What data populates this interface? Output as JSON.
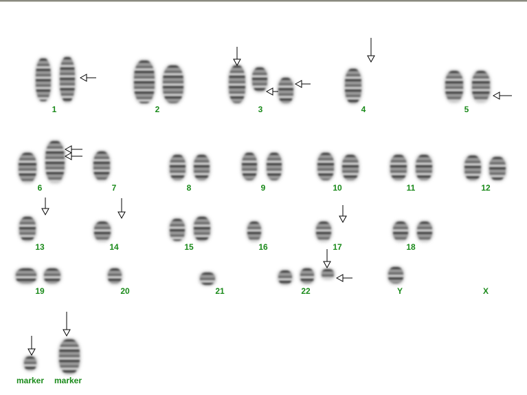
{
  "labels": {
    "c1": "1",
    "c2": "2",
    "c3": "3",
    "c4": "4",
    "c5": "5",
    "c6": "6",
    "c7": "7",
    "c8": "8",
    "c9": "9",
    "c10": "10",
    "c11": "11",
    "c12": "12",
    "c13": "13",
    "c14": "14",
    "c15": "15",
    "c16": "16",
    "c17": "17",
    "c18": "18",
    "c19": "19",
    "c20": "20",
    "c21": "21",
    "c22": "22",
    "cY": "Y",
    "cX": "X",
    "marker1": "marker",
    "marker2": "marker"
  },
  "colors": {
    "label": "#1a8a1a",
    "arrow": "#000000",
    "chromosome": "#3a3a3a"
  }
}
